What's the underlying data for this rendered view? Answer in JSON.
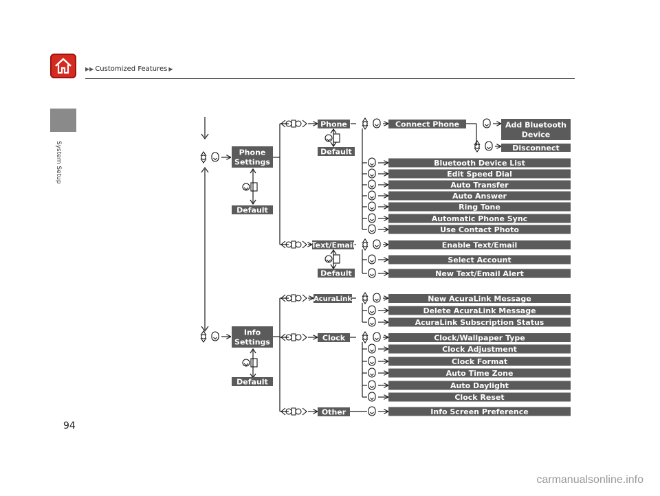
{
  "header": {
    "breadcrumb_label": "Customized Features"
  },
  "sidebar": {
    "section_label": "System Setup"
  },
  "page_number": "94",
  "watermark": "carmanualsonline.info",
  "colors": {
    "box_fill": "#5b5b5b",
    "box_text": "#ffffff",
    "line": "#1a1a1a",
    "home_red": "#d42a20"
  },
  "diagram": {
    "phone_settings": {
      "label": [
        "Phone",
        "Settings"
      ],
      "default": "Default",
      "phone": {
        "label": "Phone",
        "default": "Default",
        "connect_phone": "Connect Phone",
        "add_bluetooth": [
          "Add Bluetooth",
          "Device"
        ],
        "disconnect": "Disconnect",
        "items": [
          "Bluetooth Device List",
          "Edit Speed Dial",
          "Auto Transfer",
          "Auto Answer",
          "Ring Tone",
          "Automatic Phone Sync",
          "Use Contact Photo"
        ]
      },
      "text_email": {
        "label": "Text/Email",
        "default": "Default",
        "items": [
          "Enable Text/Email",
          "Select Account",
          "New Text/Email Alert"
        ]
      }
    },
    "info_settings": {
      "label": [
        "Info",
        "Settings"
      ],
      "default": "Default",
      "acuralink": {
        "label": "AcuraLink",
        "items": [
          "New AcuraLink Message",
          "Delete AcuraLink Message",
          "AcuraLink Subscription Status"
        ]
      },
      "clock": {
        "label": "Clock",
        "items": [
          "Clock/Wallpaper Type",
          "Clock Adjustment",
          "Clock Format",
          "Auto Time Zone",
          "Auto Daylight",
          "Clock Reset"
        ]
      },
      "other": {
        "label": "Other",
        "items": [
          "Info Screen Preference"
        ]
      }
    }
  }
}
